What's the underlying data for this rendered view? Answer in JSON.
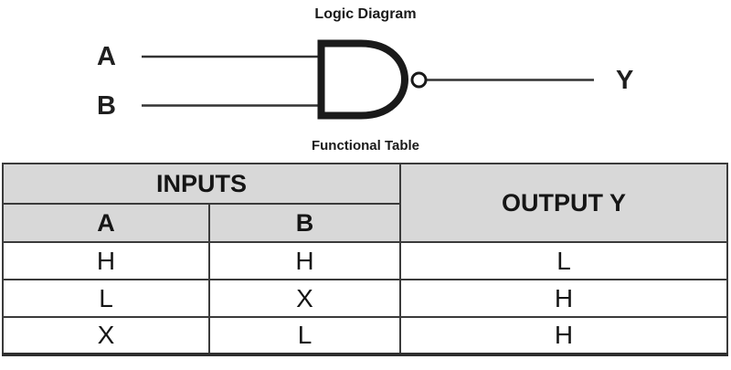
{
  "diagram": {
    "title": "Logic Diagram",
    "gate_type": "NAND",
    "input_a_label": "A",
    "input_b_label": "B",
    "output_label": "Y"
  },
  "table": {
    "title": "Functional Table",
    "headers": {
      "inputs_group": "INPUTS",
      "input_a": "A",
      "input_b": "B",
      "output": "OUTPUT Y"
    },
    "rows": [
      {
        "a": "H",
        "b": "H",
        "y": "L"
      },
      {
        "a": "L",
        "b": "X",
        "y": "H"
      },
      {
        "a": "X",
        "b": "L",
        "y": "H"
      }
    ]
  },
  "colors": {
    "header_fill": "#d8d8d8",
    "table_border": "#3b3b3b",
    "gate_stroke": "#1a1a1a",
    "wire": "#333333",
    "text": "#161616",
    "background": "#ffffff"
  }
}
